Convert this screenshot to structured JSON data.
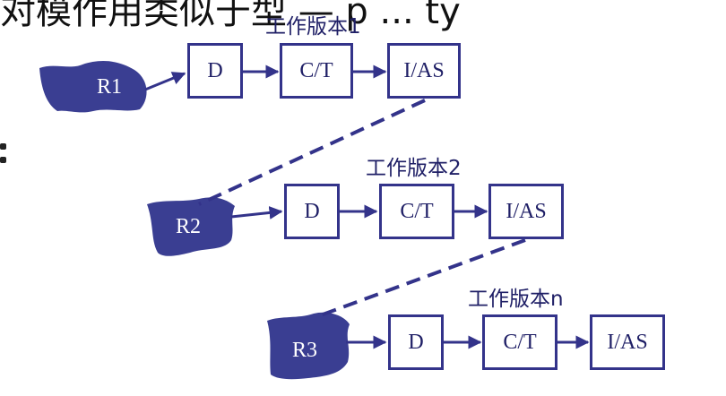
{
  "top_fragment": "对模作用类似于型 — p ... ty",
  "colors": {
    "stroke": "#33338a",
    "blob": "#3a3e92",
    "text": "#1f1f66"
  },
  "versions": [
    {
      "label": "工作版本1",
      "req": "R1",
      "steps": [
        "D",
        "C/T",
        "I/AS"
      ]
    },
    {
      "label": "工作版本2",
      "req": "R2",
      "steps": [
        "D",
        "C/T",
        "I/AS"
      ]
    },
    {
      "label": "工作版本n",
      "req": "R3",
      "steps": [
        "D",
        "C/T",
        "I/AS"
      ]
    }
  ]
}
